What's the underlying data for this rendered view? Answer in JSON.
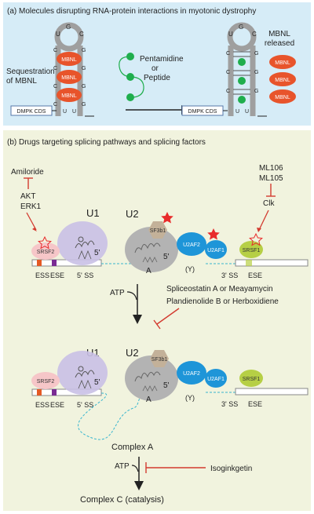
{
  "panel_a": {
    "title": "(a) Molecules disrupting RNA-protein interactions in myotonic dystrophy",
    "sequestration_line1": "Sequestration",
    "sequestration_line2": "of MBNL",
    "mbnl": "MBNL",
    "drug_line1": "Pentamidine",
    "drug_line2": "or",
    "drug_line3": "Peptide",
    "released_line1": "MBNL",
    "released_line2": "released",
    "dmpk_cds": "DMPK CDS",
    "nt_u": "U",
    "nt_g": "G",
    "nt_c": "C"
  },
  "panel_b": {
    "title": "(b) Drugs targeting splicing pathways and splicing factors",
    "amiloride": "Amiloride",
    "akt": "AKT",
    "erk1": "ERK1",
    "ml106": "ML106",
    "ml105": "ML105",
    "clk": "Clk",
    "u1": "U1",
    "u2": "U2",
    "srsf2": "SRSF2",
    "srsf1": "SRSF1",
    "sf3b1": "SF3b1",
    "u2af2": "U2AF2",
    "u2af1": "U2AF1",
    "five_prime": "5'",
    "three_prime": "3'",
    "a": "A",
    "y": "(Y)",
    "ess": "ESS",
    "ese": "ESE",
    "five_ss": "5' SS",
    "three_ss": "3' SS",
    "atp": "ATP",
    "inhibitor1": "Spliceostatin A or Meayamycin",
    "inhibitor2": "Plandienolide B or Herboxidiene",
    "complex_a": "Complex A",
    "isoginkgetin": "Isoginkgetin",
    "complex_c": "Complex C (catalysis)"
  },
  "colors": {
    "panel_a_bg": "#d6ecf7",
    "panel_b_bg": "#f1f3de",
    "mbnl": "#e8542b",
    "drug": "#1fae4d",
    "u1": "#c9c0e6",
    "u2": "#b3b3b3",
    "srsf2": "#f6c6c8",
    "sf3b1": "#c3b199",
    "u2af": "#1e95d8",
    "srsf1": "#b6cf45",
    "inhibit": "#d33a2f",
    "star": "#e82b2b",
    "ess_box": "#e45a25",
    "ese_box": "#7a2b93",
    "intron": "#39b6cf"
  }
}
